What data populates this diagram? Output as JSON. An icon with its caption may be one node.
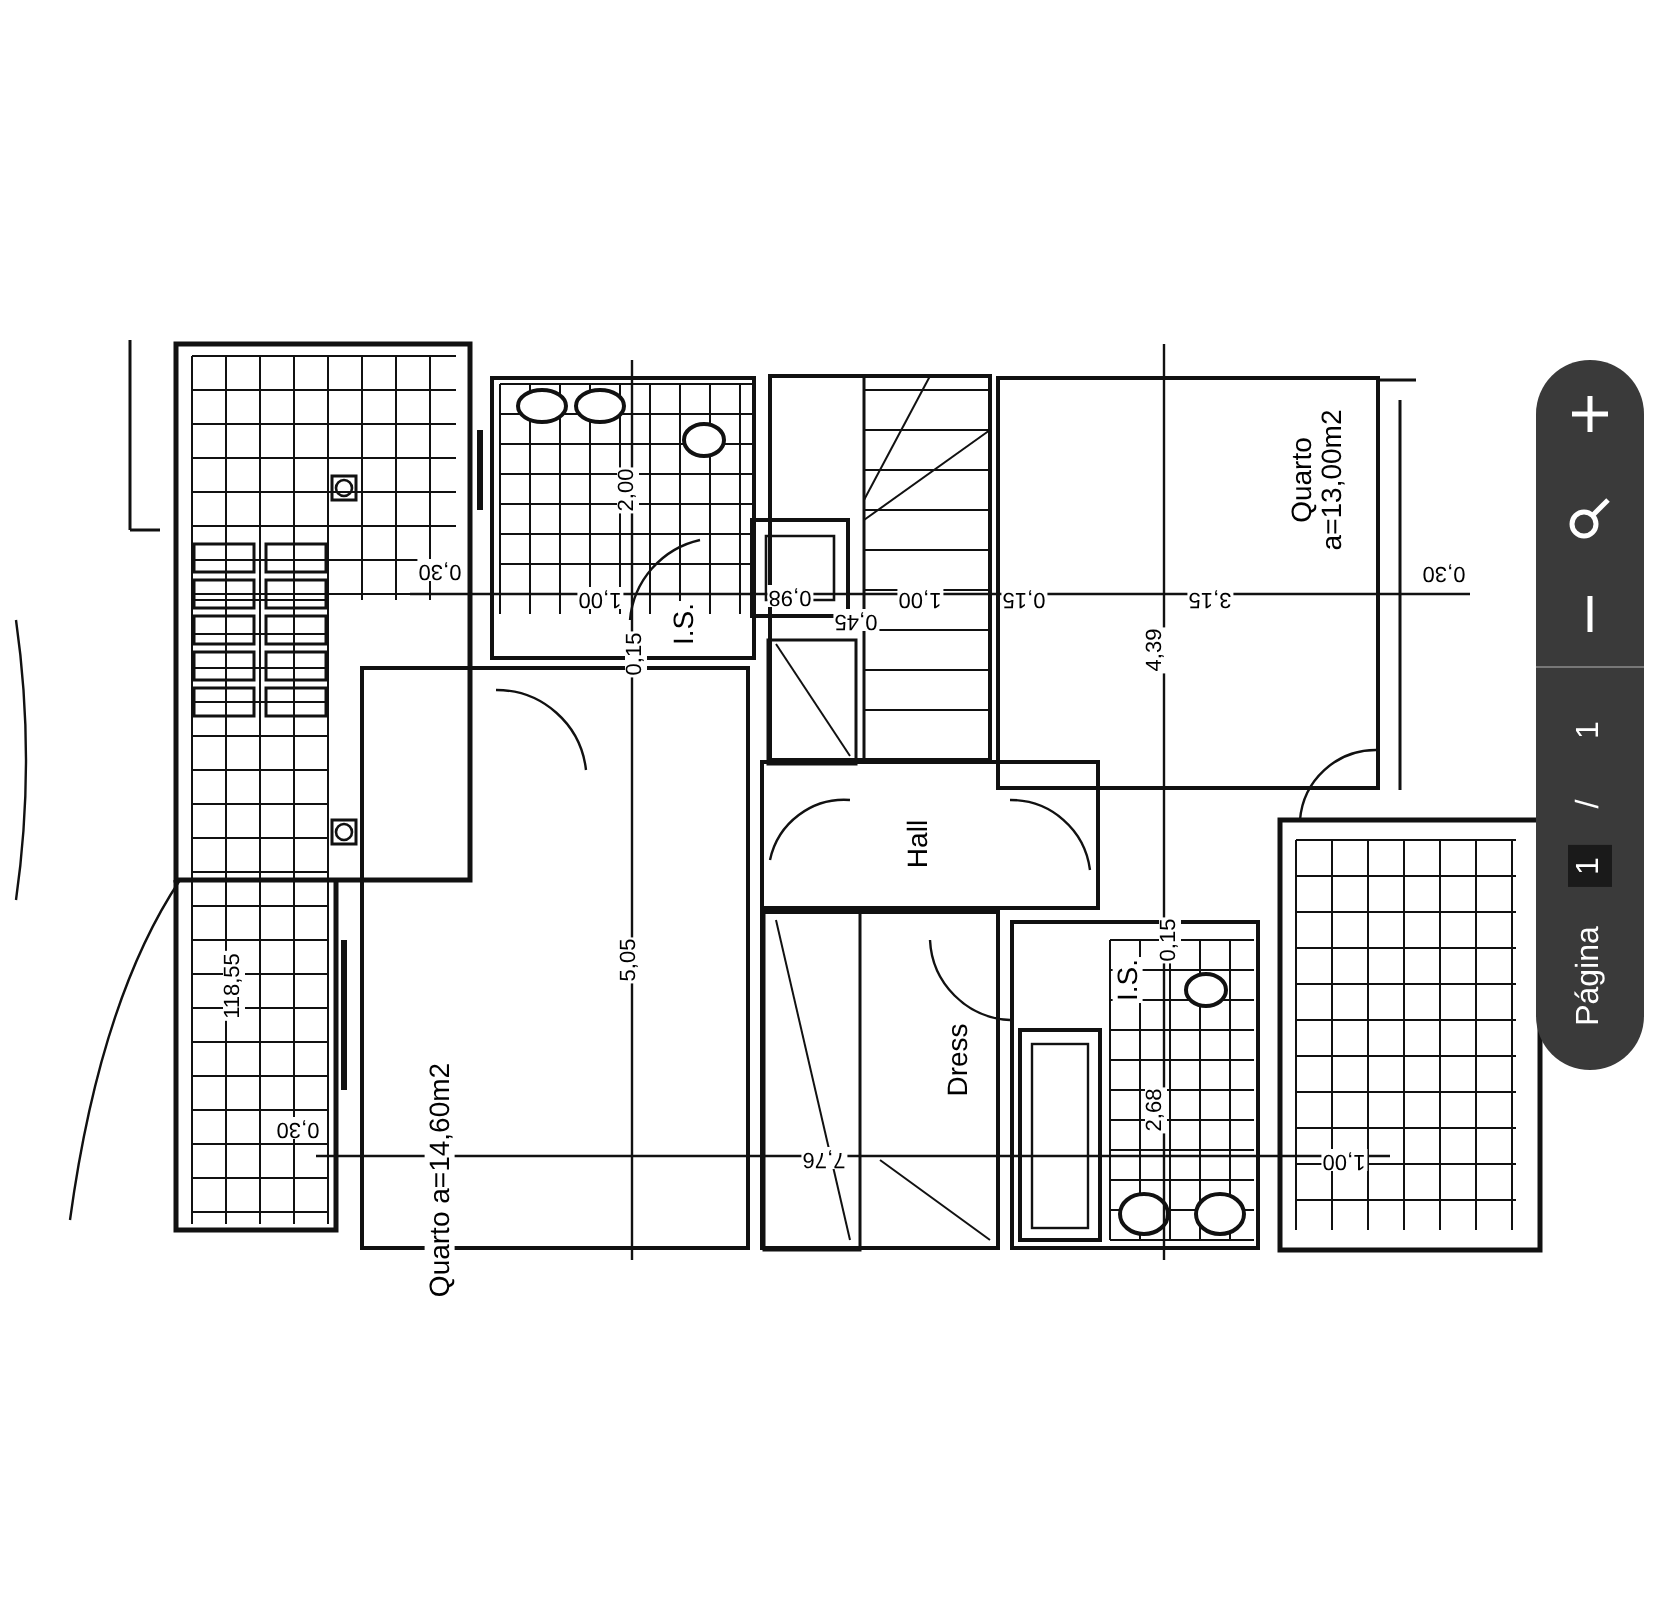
{
  "diagram": {
    "nodes": [
      {
        "text": [
          "Quarto a=13,00m2"
        ]
      },
      {
        "text": [
          "I.S."
        ]
      },
      {
        "text": [
          "Hall"
        ]
      },
      {
        "text": [
          "Dress"
        ]
      },
      {
        "text": [
          "I.S."
        ]
      },
      {
        "text": [
          "Quarto a=14,60m2"
        ]
      }
    ],
    "labels": [
      "2,00",
      "0,30",
      "1,00",
      "0,98",
      "0,45",
      "1,00",
      "0,15",
      "3,15",
      "0,30",
      "0,15",
      "4,39",
      "118,55",
      "5,05",
      "0,15",
      "2,68",
      "0,30",
      "7,76",
      "1,00",
      "1",
      "/",
      "1",
      "Página"
    ]
  }
}
